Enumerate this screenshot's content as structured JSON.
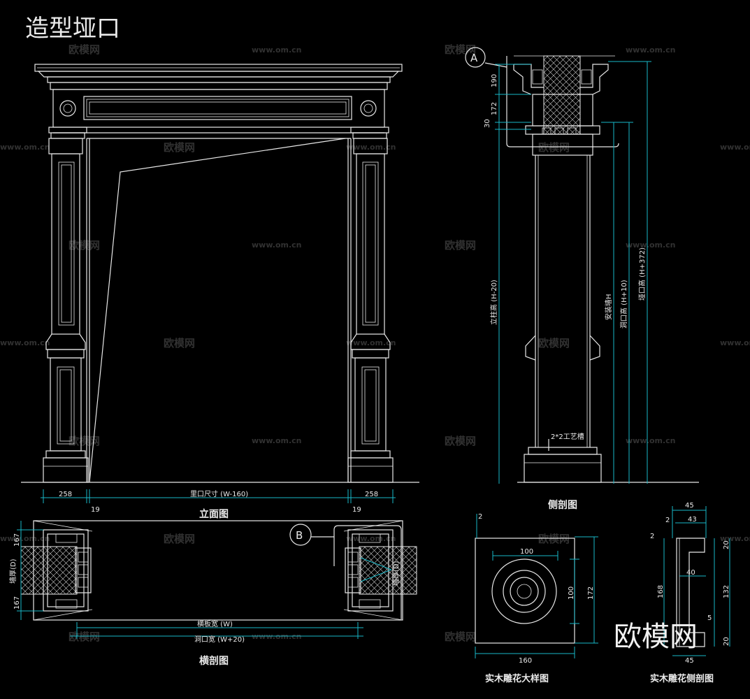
{
  "title": "造型垭口",
  "watermark_brand": "欧模网",
  "watermark_url": "www.om.cn",
  "logo_text": "欧模网",
  "elevation": {
    "label": "立面图",
    "dims": {
      "left": "258",
      "right": "258",
      "opening": "里口尺寸 (W-160)",
      "gap_left": "19",
      "gap_right": "19"
    }
  },
  "side_section": {
    "label": "侧剖图",
    "callout": "A",
    "dims": {
      "top1": "190",
      "top2": "172",
      "top3": "30",
      "col_height": "立柱高 (H-20)",
      "wall": "安装墙H",
      "opening_h": "洞口高 (H+10)",
      "frame_h": "垭口高 (H+372)",
      "groove": "2*2工艺槽"
    }
  },
  "plan_section": {
    "label": "横剖图",
    "callout": "B",
    "dims": {
      "top": "167",
      "bottom": "167",
      "wall_left": "墙厚(D)",
      "wall_right": "墙厚(D)",
      "width": "横板宽 (W)",
      "opening_w": "洞口宽 (W+20)"
    }
  },
  "rosette_detail": {
    "label": "实木雕花大样图",
    "dims": {
      "inner_w": "100",
      "inner_h": "100",
      "outer_w": "160",
      "outer_h": "172",
      "corner": "2"
    }
  },
  "rosette_section": {
    "label": "实木雕花侧剖图",
    "dims": {
      "top_w": "45",
      "w2": "43",
      "x2": "2",
      "mid": "40",
      "h_total": "168",
      "h_right": "132",
      "top_r": "20",
      "bot_r": "20",
      "bot_w": "45",
      "small": "5",
      "corner": "2"
    }
  }
}
